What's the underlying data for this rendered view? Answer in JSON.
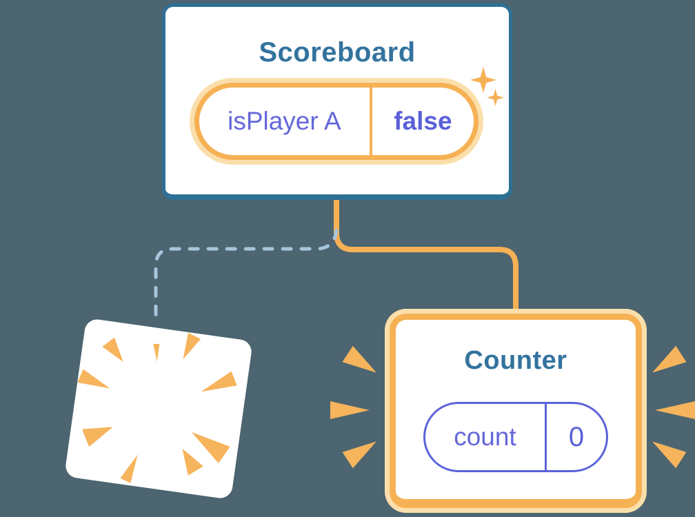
{
  "colors": {
    "background": "#4C6570",
    "card_fill": "#FFFFFF",
    "component_border_blue": "#2F7096",
    "component_title_blue": "#33739E",
    "state_orange": "#F6B155",
    "state_orange_glow": "#FBDFAB",
    "state_key_purple": "#6467D9",
    "state_value_purple": "#5B60D8",
    "removed_dashed_blue": "#A7C6DB",
    "burst_orange": "#F6B45C"
  },
  "scoreboard": {
    "title": "Scoreboard",
    "state": {
      "name": "isPlayer A",
      "value": "false"
    }
  },
  "counter": {
    "title": "Counter",
    "state": {
      "name": "count",
      "value": "0"
    }
  }
}
